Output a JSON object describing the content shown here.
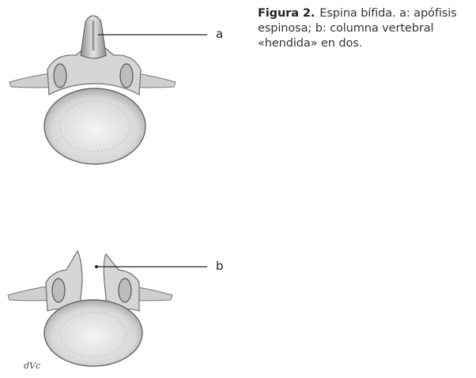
{
  "caption": {
    "figure_label": "Figura 2.",
    "text": "Espina bífida. a: apófisis espinosa; b: columna vertebral «hendida» en dos."
  },
  "labels": {
    "a": "a",
    "b": "b"
  },
  "signature": "dVc"
}
